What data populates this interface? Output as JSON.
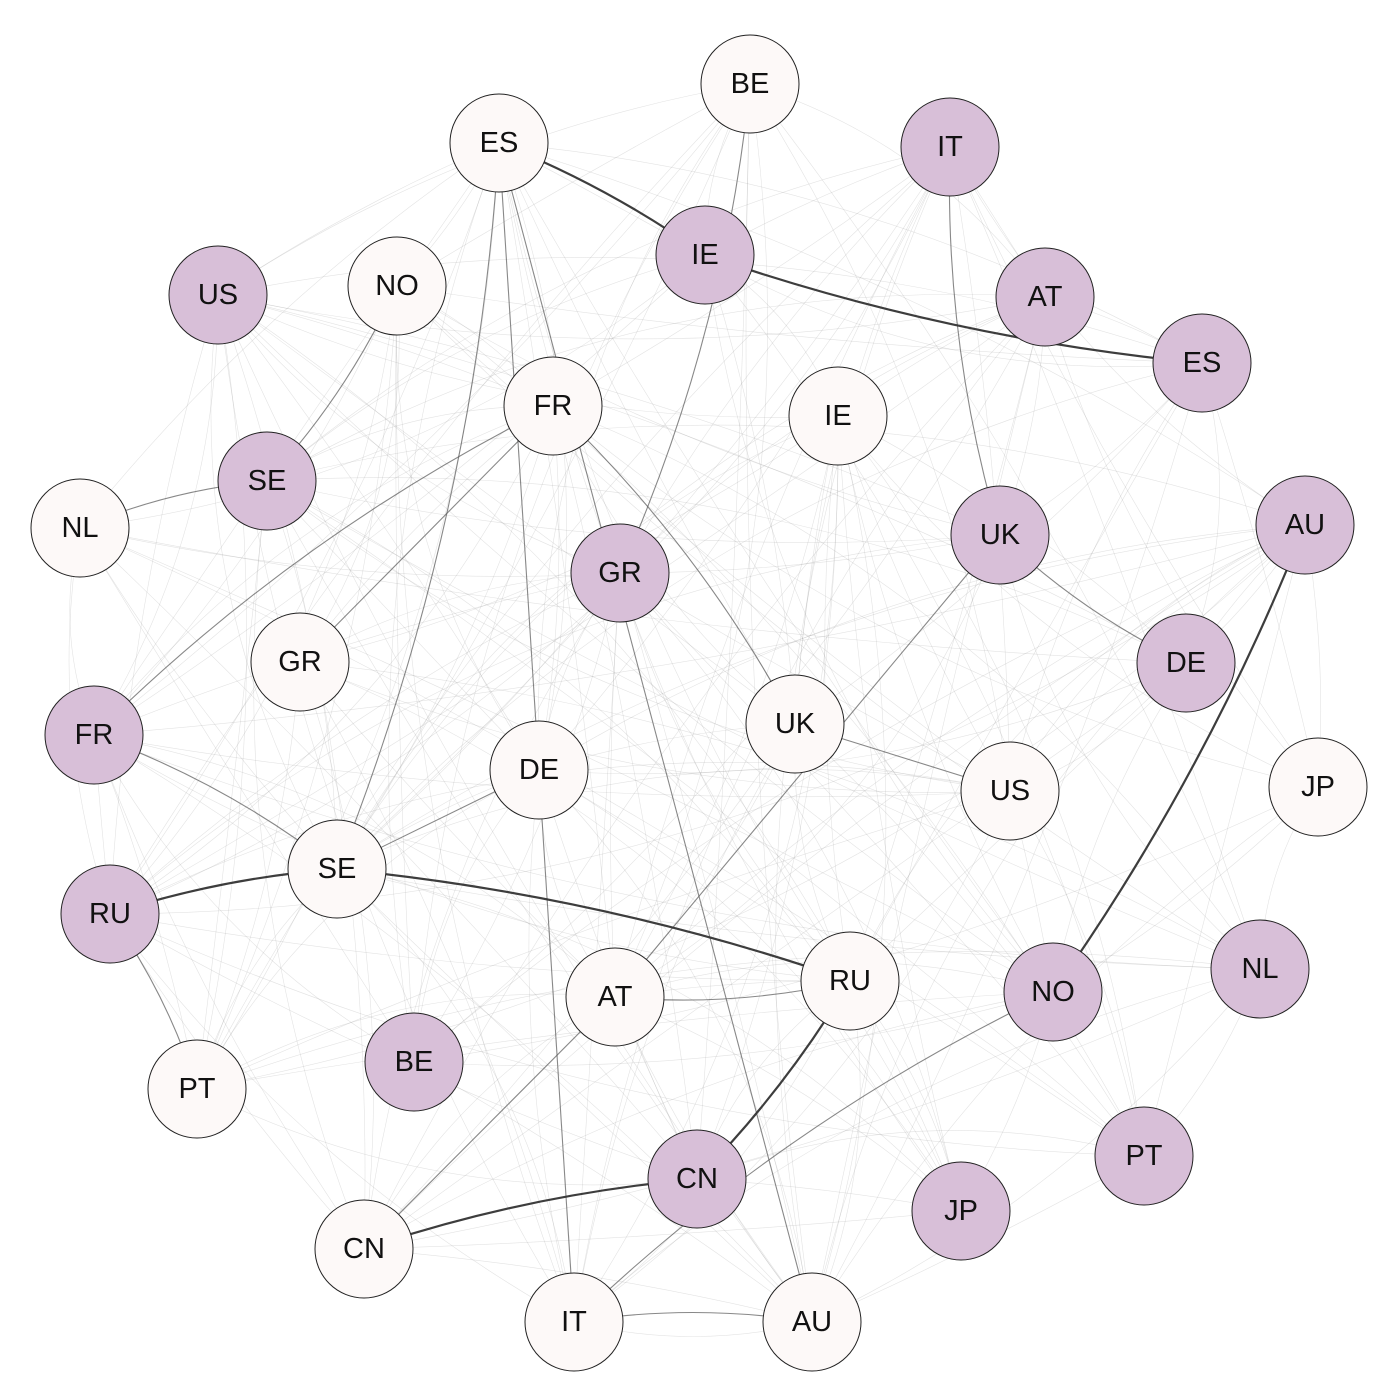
{
  "colors": {
    "group_a_fill": "#fdf9f8",
    "group_b_fill": "#d8bfd8",
    "node_stroke": "#222222",
    "edge": "#9a9a9a",
    "edge_strong": "#333333"
  },
  "nodes": [
    {
      "id": "a-BE",
      "label": "BE",
      "group": "a"
    },
    {
      "id": "a-ES",
      "label": "ES",
      "group": "a"
    },
    {
      "id": "a-NO",
      "label": "NO",
      "group": "a"
    },
    {
      "id": "a-FR",
      "label": "FR",
      "group": "a"
    },
    {
      "id": "a-IE",
      "label": "IE",
      "group": "a"
    },
    {
      "id": "a-NL",
      "label": "NL",
      "group": "a"
    },
    {
      "id": "a-GR",
      "label": "GR",
      "group": "a"
    },
    {
      "id": "a-UK",
      "label": "UK",
      "group": "a"
    },
    {
      "id": "a-DE",
      "label": "DE",
      "group": "a"
    },
    {
      "id": "a-US",
      "label": "US",
      "group": "a"
    },
    {
      "id": "a-JP",
      "label": "JP",
      "group": "a"
    },
    {
      "id": "a-SE",
      "label": "SE",
      "group": "a"
    },
    {
      "id": "a-AT",
      "label": "AT",
      "group": "a"
    },
    {
      "id": "a-RU",
      "label": "RU",
      "group": "a"
    },
    {
      "id": "a-PT",
      "label": "PT",
      "group": "a"
    },
    {
      "id": "a-CN",
      "label": "CN",
      "group": "a"
    },
    {
      "id": "a-IT",
      "label": "IT",
      "group": "a"
    },
    {
      "id": "a-AU",
      "label": "AU",
      "group": "a"
    },
    {
      "id": "b-IT",
      "label": "IT",
      "group": "b"
    },
    {
      "id": "b-IE",
      "label": "IE",
      "group": "b"
    },
    {
      "id": "b-US",
      "label": "US",
      "group": "b"
    },
    {
      "id": "b-AT",
      "label": "AT",
      "group": "b"
    },
    {
      "id": "b-ES",
      "label": "ES",
      "group": "b"
    },
    {
      "id": "b-SE",
      "label": "SE",
      "group": "b"
    },
    {
      "id": "b-AU",
      "label": "AU",
      "group": "b"
    },
    {
      "id": "b-UK",
      "label": "UK",
      "group": "b"
    },
    {
      "id": "b-GR",
      "label": "GR",
      "group": "b"
    },
    {
      "id": "b-DE",
      "label": "DE",
      "group": "b"
    },
    {
      "id": "b-FR",
      "label": "FR",
      "group": "b"
    },
    {
      "id": "b-RU",
      "label": "RU",
      "group": "b"
    },
    {
      "id": "b-NL",
      "label": "NL",
      "group": "b"
    },
    {
      "id": "b-NO",
      "label": "NO",
      "group": "b"
    },
    {
      "id": "b-BE",
      "label": "BE",
      "group": "b"
    },
    {
      "id": "b-PT",
      "label": "PT",
      "group": "b"
    },
    {
      "id": "b-CN",
      "label": "CN",
      "group": "b"
    },
    {
      "id": "b-JP",
      "label": "JP",
      "group": "b"
    }
  ],
  "strong_edges": [
    [
      "a-ES",
      "b-IE"
    ],
    [
      "b-IE",
      "b-ES"
    ],
    [
      "a-CN",
      "b-CN"
    ],
    [
      "b-CN",
      "a-RU"
    ],
    [
      "a-SE",
      "a-RU"
    ],
    [
      "a-SE",
      "b-RU"
    ],
    [
      "b-AU",
      "b-NO"
    ]
  ],
  "mid_edges": [
    [
      "a-ES",
      "a-SE"
    ],
    [
      "a-ES",
      "a-IT"
    ],
    [
      "a-FR",
      "b-FR"
    ],
    [
      "a-FR",
      "a-UK"
    ],
    [
      "b-UK",
      "a-AT"
    ],
    [
      "b-NO",
      "a-IT"
    ],
    [
      "b-FR",
      "a-SE"
    ],
    [
      "a-AT",
      "a-CN"
    ],
    [
      "a-AT",
      "a-RU"
    ],
    [
      "a-IT",
      "a-AU"
    ],
    [
      "a-UK",
      "a-US"
    ],
    [
      "b-UK",
      "b-DE"
    ],
    [
      "a-NO",
      "b-SE"
    ],
    [
      "a-ES",
      "a-AU"
    ],
    [
      "b-SE",
      "a-NL"
    ],
    [
      "b-RU",
      "a-PT"
    ],
    [
      "a-DE",
      "a-SE"
    ],
    [
      "b-IT",
      "b-UK"
    ],
    [
      "a-BE",
      "b-GR"
    ],
    [
      "a-GR",
      "a-FR"
    ]
  ]
}
